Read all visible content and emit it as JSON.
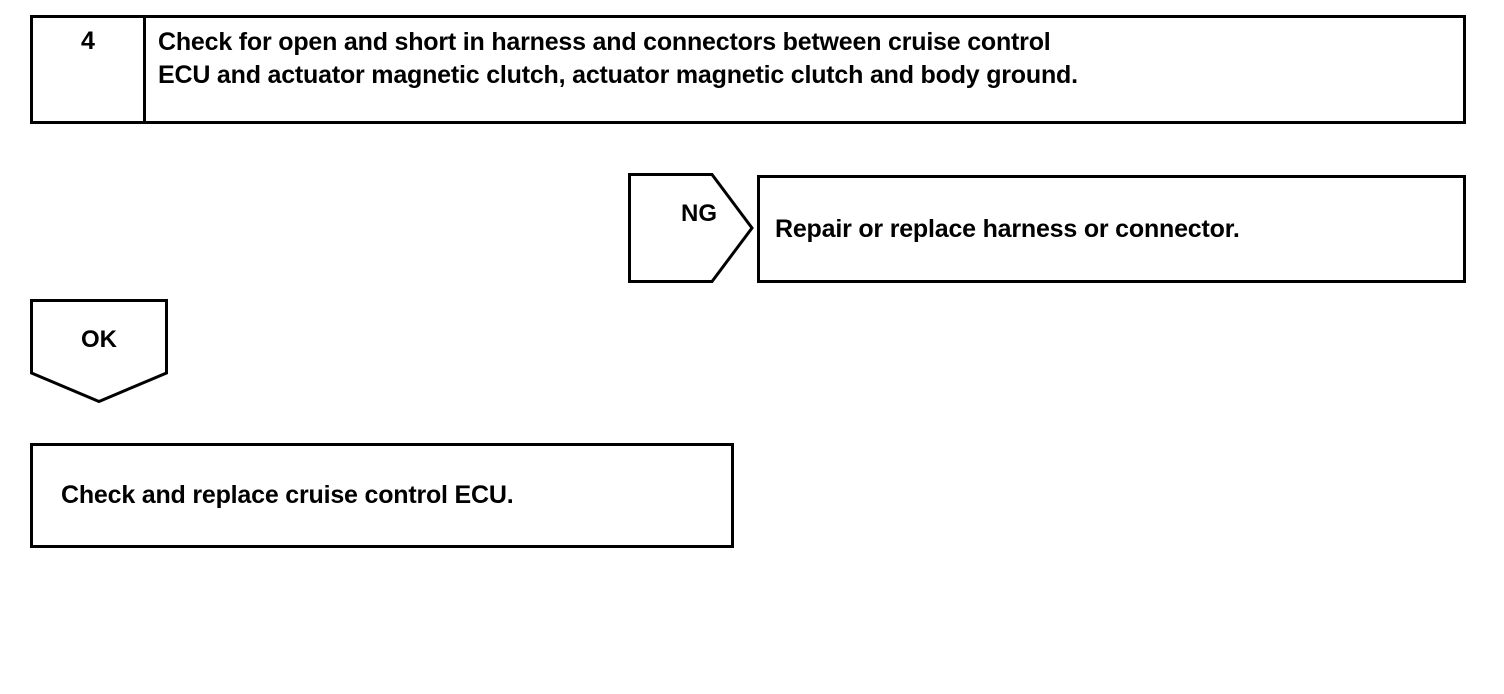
{
  "page": {
    "kind": "troubleshooting-flowchart",
    "background_color": "#ffffff",
    "line_color": "#000000"
  },
  "step": {
    "number": "4",
    "instruction": "Check for open and short in harness and connectors between cruise control\nECU and actuator magnetic clutch, actuator magnetic clutch and body ground."
  },
  "branches": {
    "ng": {
      "label": "NG",
      "shape": "pentagon-right",
      "action": "Repair or replace harness or connector."
    },
    "ok": {
      "label": "OK",
      "shape": "pentagon-down",
      "action": "Check and replace cruise control ECU."
    }
  }
}
